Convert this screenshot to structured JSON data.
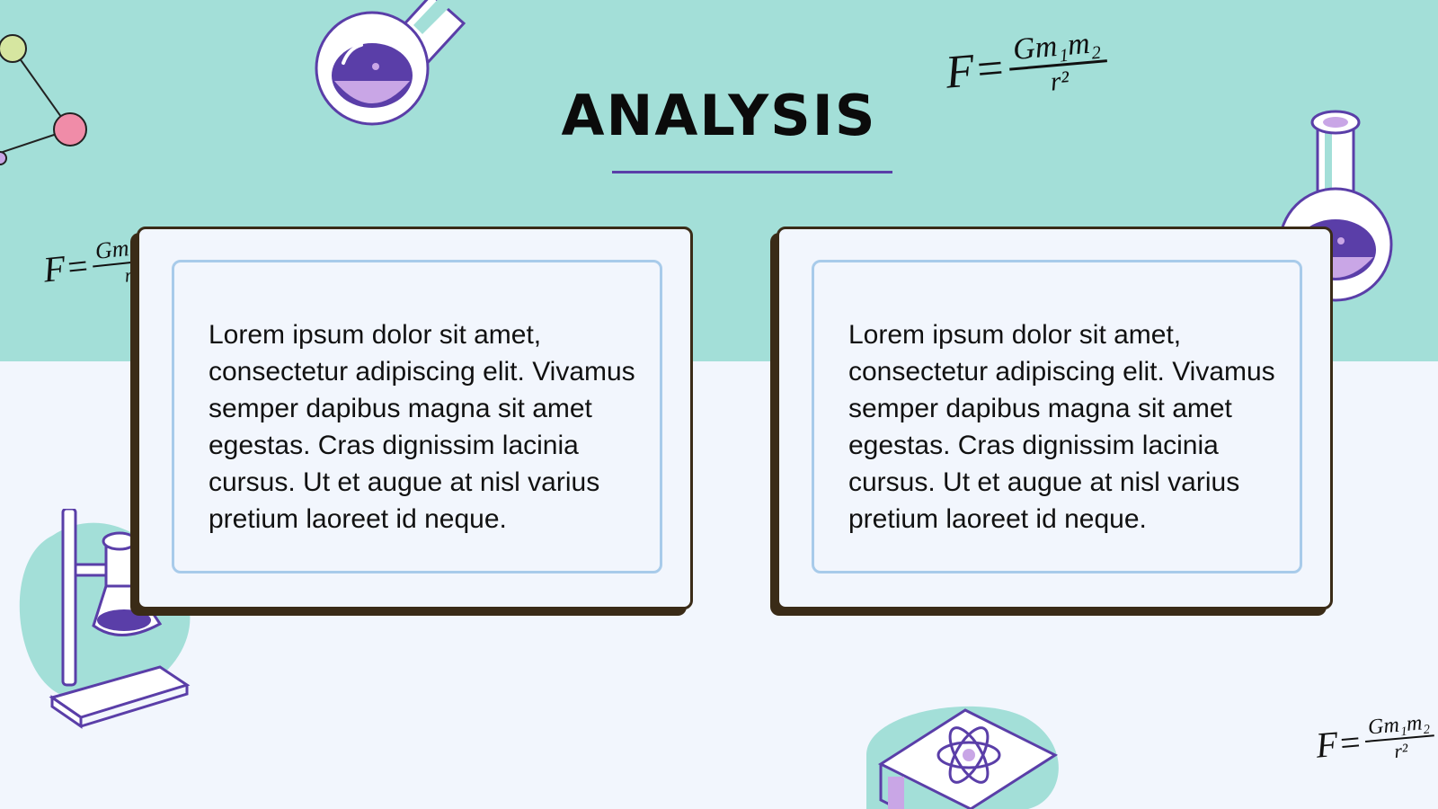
{
  "slide": {
    "title": "ANALYSIS",
    "cards": [
      {
        "text": "Lorem ipsum dolor sit amet, consectetur adipiscing elit. Vivamus semper dapibus magna sit amet egestas. Cras dignissim lacinia cursus. Ut et augue at nisl varius pretium laoreet id neque."
      },
      {
        "text": "Lorem ipsum dolor sit amet, consectetur adipiscing elit. Vivamus semper dapibus magna sit amet egestas. Cras dignissim lacinia cursus. Ut et augue at nisl varius pretium laoreet id neque."
      }
    ]
  },
  "formula": {
    "lhs": "F=",
    "numerator": "Gm₁m₂",
    "denominator": "r²"
  },
  "colors": {
    "teal": "#a3dfd8",
    "background": "#f2f6fd",
    "purple": "#5a3ea8",
    "card_border": "#3a2b17",
    "inner_border": "#a8cbea"
  },
  "icons": [
    "molecule-icon",
    "flask-icon",
    "formula-icon",
    "lab-stand-icon",
    "science-book-icon"
  ]
}
